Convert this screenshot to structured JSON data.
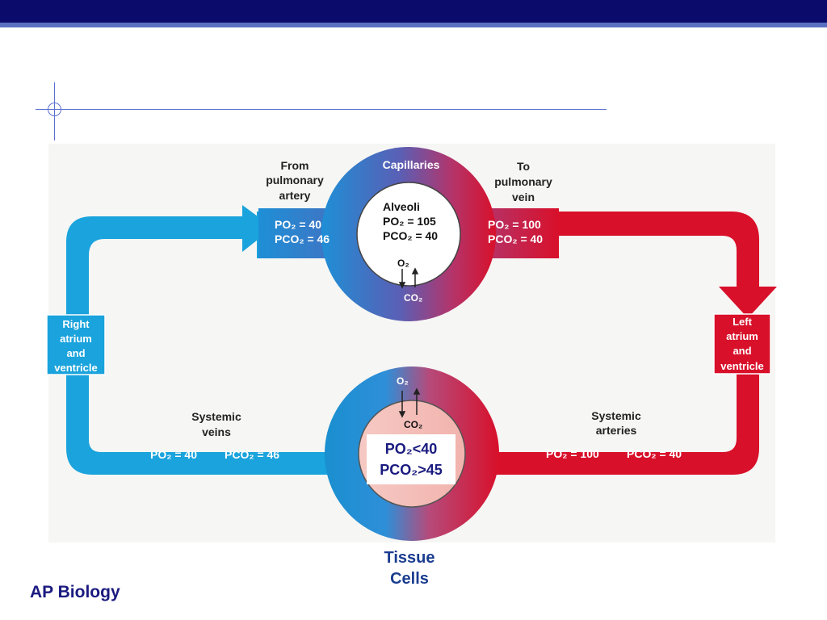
{
  "footer": {
    "brand": "AP Biology"
  },
  "diagram": {
    "lung": {
      "capillaries": "Capillaries",
      "from_line1": "From",
      "from_line2": "pulmonary",
      "from_line3": "artery",
      "to_line1": "To",
      "to_line2": "pulmonary",
      "to_line3": "vein",
      "alveoli_title": "Alveoli",
      "alveoli_po2": "PO₂ = 105",
      "alveoli_pco2": "PCO₂ = 40",
      "in_po2": "PO₂ = 40",
      "in_pco2": "PCO₂ = 46",
      "out_po2": "PO₂ = 100",
      "out_pco2": "PCO₂ = 40",
      "o2": "O₂",
      "co2": "CO₂"
    },
    "heart": {
      "right_l1": "Right",
      "right_l2": "atrium",
      "right_l3": "and",
      "right_l4": "ventricle",
      "left_l1": "Left",
      "left_l2": "atrium",
      "left_l3": "and",
      "left_l4": "ventricle"
    },
    "systemic": {
      "veins_l1": "Systemic",
      "veins_l2": "veins",
      "veins_po2": "PO₂ = 40",
      "veins_pco2": "PCO₂ = 46",
      "arteries_l1": "Systemic",
      "arteries_l2": "arteries",
      "arteries_po2": "PO₂ = 100",
      "arteries_pco2": "PCO₂ = 40",
      "o2": "O₂",
      "co2": "CO₂",
      "tissue_po2": "PO₂<40",
      "tissue_pco2": "PCO₂>45",
      "tissue_l1": "Tissue",
      "tissue_l2": "Cells"
    }
  },
  "colors": {
    "blue": "#1aa3dc",
    "red": "#d8102a",
    "navy": "#0b0b6b",
    "text_dark": "#1a1a80"
  }
}
